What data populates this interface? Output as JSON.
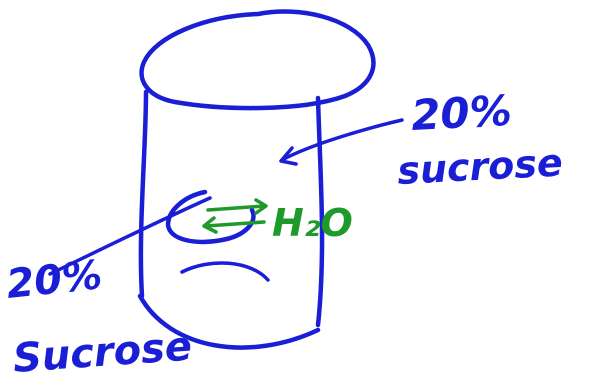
{
  "labels": {
    "outside_percent": "20%",
    "outside_solute": "sucrose",
    "inside_percent": "20%",
    "inside_solute": "Sucrose",
    "water": "H₂O"
  },
  "colors": {
    "blue_ink": "#1a1fd6",
    "green_ink": "#1f9a2a",
    "background": "#ffffff"
  }
}
